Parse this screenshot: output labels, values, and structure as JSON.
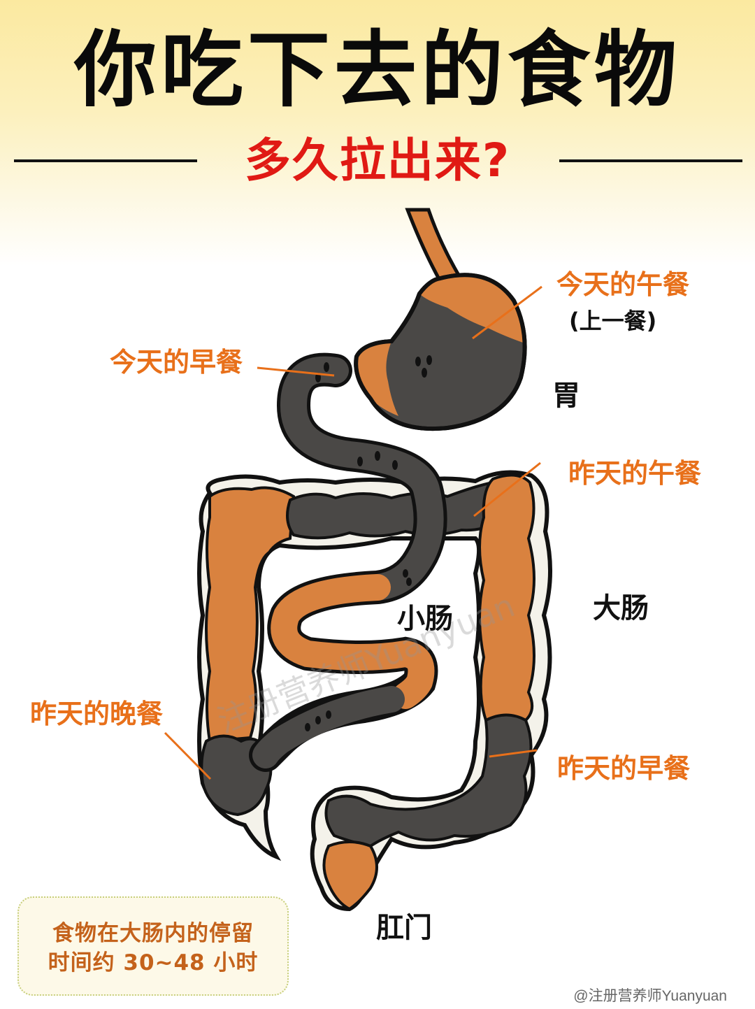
{
  "header": {
    "title": "你吃下去的食物",
    "subtitle": "多久拉出来?"
  },
  "labels": {
    "today_lunch": "今天的午餐",
    "today_lunch_note": "(上一餐)",
    "today_breakfast": "今天的早餐",
    "stomach": "胃",
    "yesterday_lunch": "昨天的午餐",
    "large_intestine": "大肠",
    "small_intestine": "小肠",
    "yesterday_dinner": "昨天的晚餐",
    "yesterday_breakfast": "昨天的早餐",
    "anus": "肛门"
  },
  "note": {
    "line1": "食物在大肠内的停留",
    "line2": "时间约 30~48 小时"
  },
  "watermark": "注册营养师Yuanyuan",
  "credit": "@注册营养师Yuanyuan",
  "colors": {
    "title": "#0a0a0a",
    "subtitle": "#e01a14",
    "label_orange": "#e8701a",
    "food_orange": "#d9823f",
    "waste_dark": "#4a4846",
    "note_text": "#c4621b",
    "note_bg": "#fdf9e8"
  }
}
